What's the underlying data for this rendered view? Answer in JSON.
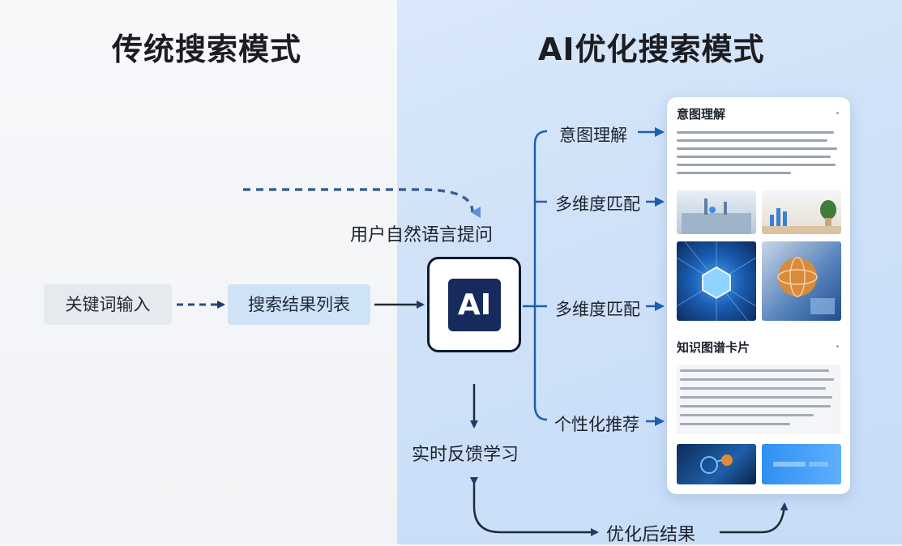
{
  "titles": {
    "left": "传统搜索模式",
    "right": "AI优化搜索模式"
  },
  "traditional_flow": {
    "keyword_input": "关键词输入",
    "result_list": "搜索结果列表"
  },
  "ai_flow": {
    "natural_language_query": "用户自然语言提问",
    "ai_label": "AI",
    "feedback": "实时反馈学习",
    "optimized_result": "优化后结果",
    "branches": [
      {
        "label": "意图理解"
      },
      {
        "label": "多维度匹配"
      },
      {
        "label": "多维度匹配"
      },
      {
        "label": "个性化推荐"
      }
    ]
  },
  "result_card": {
    "section_1_title": "意图理解",
    "section_2_title": "知识图谱卡片"
  },
  "colors": {
    "arrow": "#1f3a6b",
    "branch": "#1e5fb0",
    "ai_badge": "#172a5c"
  }
}
